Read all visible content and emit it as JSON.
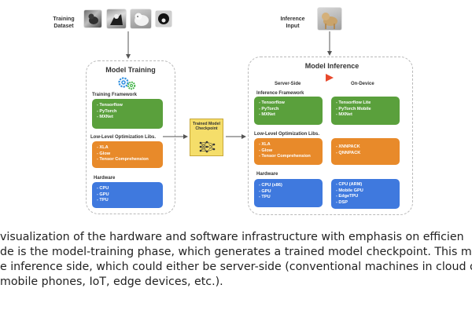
{
  "dataset_label": "Training Dataset",
  "input_label": "Inference Input",
  "training": {
    "title": "Model Training",
    "framework_label": "Training Framework",
    "framework_items": [
      "- Tensorflow",
      "- PyTorch",
      "- MXNet"
    ],
    "opt_label": "Low-Level Optimization Libs.",
    "opt_items": [
      "- XLA",
      "- Glow",
      "- Tensor Comprehension"
    ],
    "hw_label": "Hardware",
    "hw_items": [
      "- CPU",
      "- GPU",
      "- TPU"
    ]
  },
  "checkpoint_label": "Trained Model Checkpoint",
  "inference": {
    "title": "Model Inference",
    "server_label": "Server-Side",
    "device_label": "On-Device",
    "framework_label": "Inference Framework",
    "server_framework_items": [
      "- Tensorflow",
      "- PyTorch",
      "- MXNet"
    ],
    "device_framework_items": [
      "- Tensorflow Lite",
      "- PyTorch Mobile",
      "- MXNet"
    ],
    "opt_label": "Low-Level Optimization Libs.",
    "server_opt_items": [
      "- XLA",
      "- Glow",
      "- Tensor Comprehension"
    ],
    "device_opt_items": [
      "- XNNPACK",
      "- QNNPACK"
    ],
    "hw_label": "Hardware",
    "server_hw_items": [
      "- CPU (x86)",
      "- GPU",
      "- TPU"
    ],
    "device_hw_items": [
      "- CPU (ARM)",
      "- Mobile GPU",
      "- EdgeTPU",
      "- DSP"
    ]
  },
  "caption_lines": [
    "visualization of the hardware and software infrastructure with emphasis on efficien",
    "de is the model-training phase, which generates a trained model checkpoint. This mo",
    "e inference side, which could either be server-side (conventional machines in cloud or o",
    "mobile phones, IoT, edge devices, etc.)."
  ],
  "colors": {
    "framework": "#5aa03c",
    "optimization": "#e88a2a",
    "hardware": "#3f79de",
    "checkpoint": "#f5de6a",
    "play": "#e8492c",
    "gear_blue": "#2f8fe0",
    "gear_green": "#45b54a"
  },
  "icons": {
    "gears": "gears-icon",
    "play": "play-triangle-icon",
    "network": "neural-network-icon",
    "dog_photos": "dog-photo-thumbnails"
  }
}
